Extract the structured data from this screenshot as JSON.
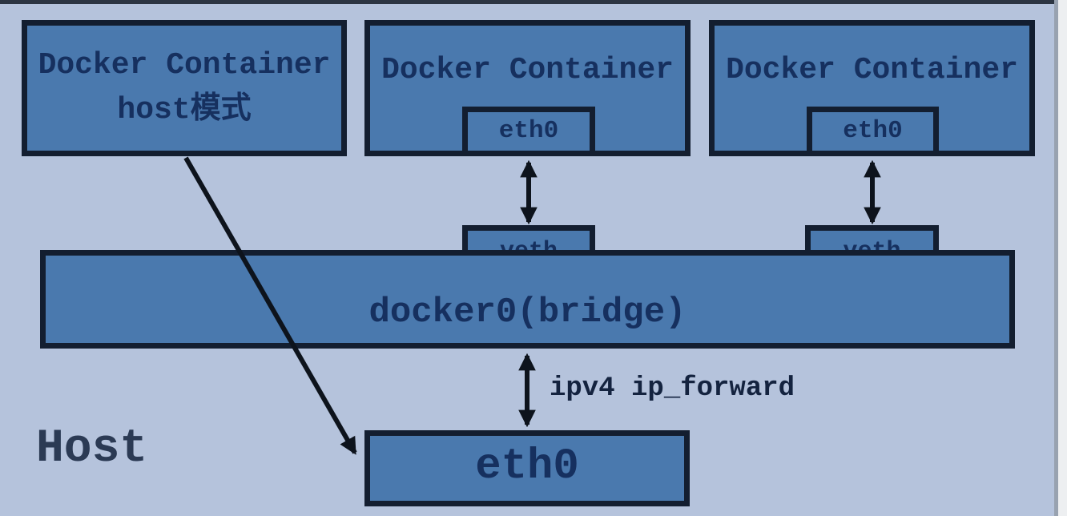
{
  "diagram": {
    "type": "docker-network-host-mode",
    "host": {
      "label": "Host"
    },
    "containers": {
      "host_mode": {
        "line1": "Docker Container",
        "line2": "host模式"
      },
      "bridged_a": {
        "label": "Docker Container",
        "eth": "eth0"
      },
      "bridged_b": {
        "label": "Docker Container",
        "eth": "eth0"
      }
    },
    "veth_a": {
      "label": "veth"
    },
    "veth_b": {
      "label": "veth"
    },
    "bridge": {
      "label": "docker0(bridge)"
    },
    "host_eth0": {
      "label": "eth0"
    },
    "annotations": {
      "ip_forward": "ipv4 ip_forward"
    },
    "edges": [
      "container_a.eth0 <-> veth_a",
      "container_b.eth0 <-> veth_b",
      "bridge <-> host_eth0 (ipv4 ip_forward)",
      "container_host_mode -> host_eth0"
    ],
    "colors": {
      "background": "#b5c3dc",
      "node_fill": "#4a79ae",
      "node_border": "#131e30",
      "node_text": "#16305f",
      "label_text": "#2b3a54",
      "arrow": "#0d131c"
    }
  }
}
